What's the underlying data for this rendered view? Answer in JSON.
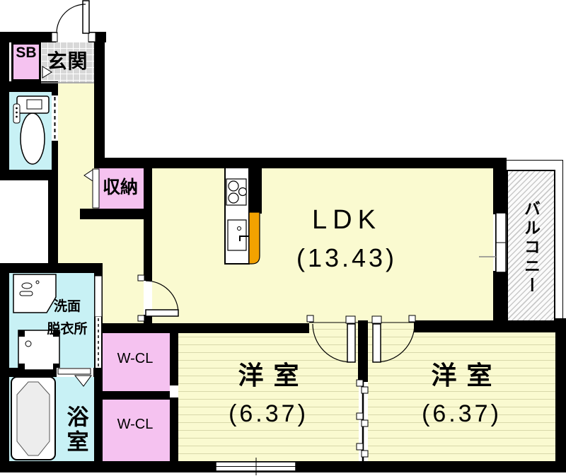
{
  "title": "apartment floor plan",
  "rooms": {
    "entrance": {
      "label": "玄関"
    },
    "shoe_box": {
      "label": "SB"
    },
    "storage": {
      "label": "収納"
    },
    "ldk": {
      "label": "LDK",
      "size": "(13.43)"
    },
    "balcony": {
      "label": "バルコニー"
    },
    "washroom": {
      "line1": "洗面",
      "line2": "脱衣所"
    },
    "bathroom": {
      "label": "浴室"
    },
    "closet_upper": {
      "label": "W-CL"
    },
    "closet_lower": {
      "label": "W-CL"
    },
    "bedroom_left": {
      "label": "洋室",
      "size": "(6.37)"
    },
    "bedroom_right": {
      "label": "洋室",
      "size": "(6.37)"
    }
  },
  "colors": {
    "wall": "#000000",
    "floor_yellow": "#fafad0",
    "closet_pink": "#f5c2f0",
    "wet_area_cyan": "#c8f1f5",
    "entrance_tile_gray": "#d8d8d8",
    "kitchen_counter_orange": "#f3a200"
  }
}
